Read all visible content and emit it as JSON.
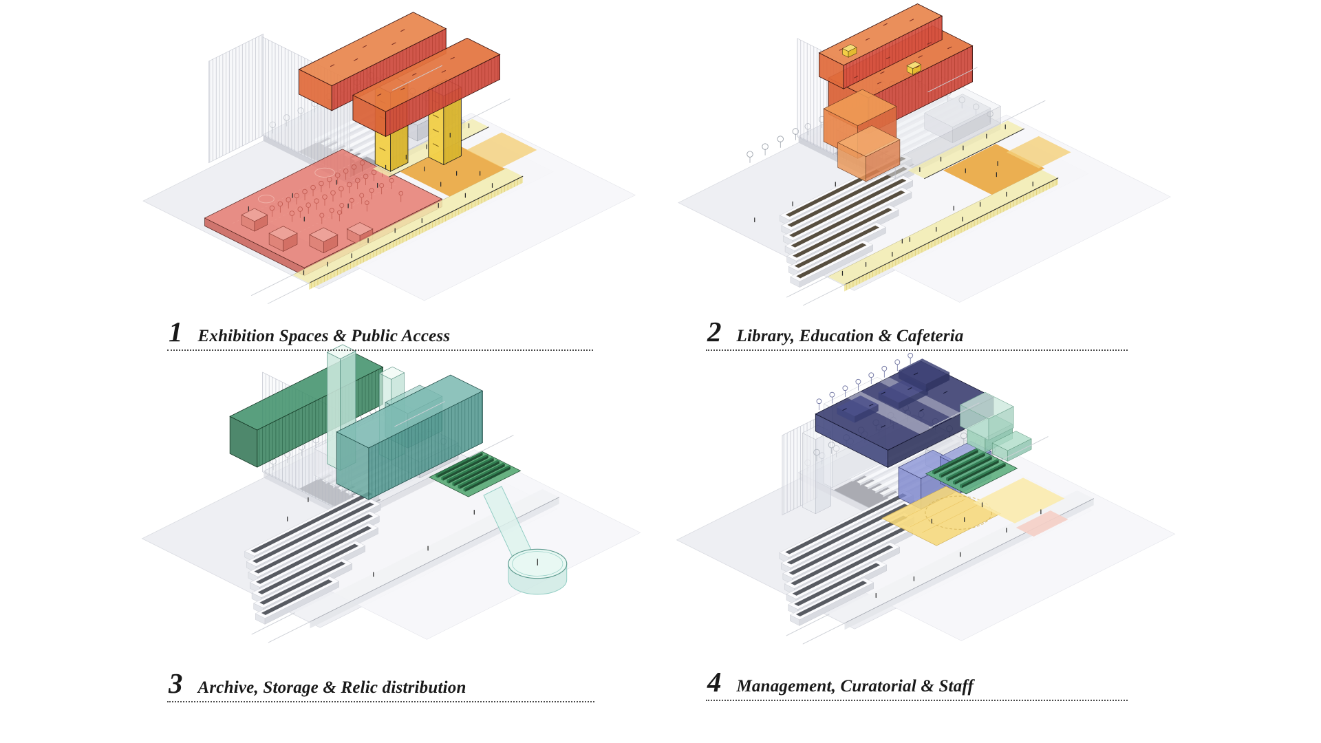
{
  "panels": [
    {
      "number": "1",
      "caption": "Exhibition Spaces & Public Access"
    },
    {
      "number": "2",
      "caption": "Library, Education & Cafeteria"
    },
    {
      "number": "3",
      "caption": "Archive, Storage & Relic distribution"
    },
    {
      "number": "4",
      "caption": "Management, Curatorial & Staff"
    }
  ],
  "colors": {
    "background": "#ffffff",
    "caption_text": "#191919",
    "caption_rule": "#4a4a4a",
    "site_plane": "#ebecf1",
    "site_sheet": "#f6f6fa",
    "terrace": "#e4e5eb",
    "terrace_wall": "#cdcfd7",
    "relief_row": "#f8f9fb",
    "recess_shadow": "#4a4e58",
    "hatch_grey": "#b4b8c2",
    "tree_grey": "#9aa0a9",
    "tree_grey_light": "#b0b5bd",
    "guide_line": "#cdd0d6",
    "people": "#2b2b2b",
    "bench_top": "#fbfbfd",
    "bench_side": "#d7d9df",
    "bench_channel_brown": "#4e4435",
    "bench_channel_grey": "#4f525a",
    "walk_yellow": "#f2ecb0",
    "walk_yellow_face": "#eee6a0",
    "walk_hatch": "#cfae35",
    "walk_edge": "#2e2e2e",
    "ramp_orange": "#eaa73e",
    "ramp_orange_light": "#f4cf79",
    "neutral_band": "#f1f2f5",
    "exh_red": "#e5776c",
    "exh_red_side": "#c85a50",
    "exh_red_front": "#d06055",
    "exh_red_edge": "#5a2a24",
    "exh_tree_red": "#c05a50",
    "cube_top": "#eda69c",
    "cube_left": "#dd8377",
    "cube_right": "#cf6b5f",
    "cube_edge": "#8d4038",
    "tower_yellow": "#f2cf4a",
    "tower_yellow_dark": "#d9b52f",
    "tower_cap": "#f8f2cd",
    "oran_top_a": "#e8874f",
    "oran_left_a": "#e06a3b",
    "oran_top_b": "#e3743f",
    "oran_left_b": "#d96136",
    "red_facade": "#cd4a3d",
    "red_hatch": "#a33122",
    "box_edge": "#3a1410",
    "lib_annex_top": "#ef9a55",
    "lib_annex_left": "#e8854a",
    "lib_annex_right": "#d96b40",
    "lib_annex2_top": "#f3ad6e",
    "lib_annex2_left": "#ea9a5d",
    "lib_annex2_right": "#dd8150",
    "core_yellow_top": "#f6e07a",
    "core_yellow": "#f3d145",
    "core_yellow_dark": "#e3bc2e",
    "furniture_mark": "#7a2d22",
    "arc_green_top": "#3c8e67",
    "arc_green_left": "#2f7352",
    "arc_green_right": "#35805c",
    "arc_green_hatch": "#245f41",
    "arc_green_edge": "#173826",
    "mint_top": "#eef9f4",
    "mint_left": "#cfeadf",
    "mint_right": "#b9ded2",
    "mint_edge": "#4e8a7b",
    "teal_top": "#7ab9b0",
    "teal_left": "#68a89f",
    "teal_right": "#4f958d",
    "teal_hatch": "#2f6e67",
    "teal_edge": "#1d4a45",
    "relic_green": "#57a873",
    "relic_bar": "#2c7a4c",
    "relic_edge": "#1c4a2e",
    "path_teal": "#dcf2ec",
    "path_teal_wall": "#cfeae4",
    "pond_top": "#e6f7f2",
    "path_stroke": "#8fccc2",
    "pond_stroke": "#5d9a8e",
    "navy_top": "#303468",
    "navy_left": "#3a3f78",
    "navy_right": "#262a55",
    "navy_block": "#4a4f8a",
    "navy_edge": "#14162e",
    "navy_tree": "#6a6f9e",
    "navy_hatch": "#1d2148",
    "peri_top": "#8a94d6",
    "peri_left": "#7b85cc",
    "peri_right": "#6f79bf",
    "peri_edge": "#3c4170",
    "court_yellow": "#f6d87a",
    "court_yellow_edge": "#c9a94e",
    "court_pale": "#faeaa9",
    "court_arc": "#d8b65a",
    "mgmt_green": "#5fb080",
    "mgmt_green_bar": "#2e7a50",
    "mint4_top": "#aedcc8",
    "mint4_left": "#9ed0ba",
    "mint4_right": "#8ac2ac",
    "mint4_edge": "#4e8a6e",
    "annex_mint_top": "#cde9dd",
    "annex_mint_left": "#bcdfd2",
    "annex_mint_right": "#a9d2c2",
    "annex_mint_edge": "#74a894",
    "pink": "#f5cfc7",
    "ghost_top": "#f3f4f8",
    "ghost_left": "#e9ebf0",
    "ghost_right": "#dcdfe6",
    "ghost_edge": "#b7bac4"
  }
}
